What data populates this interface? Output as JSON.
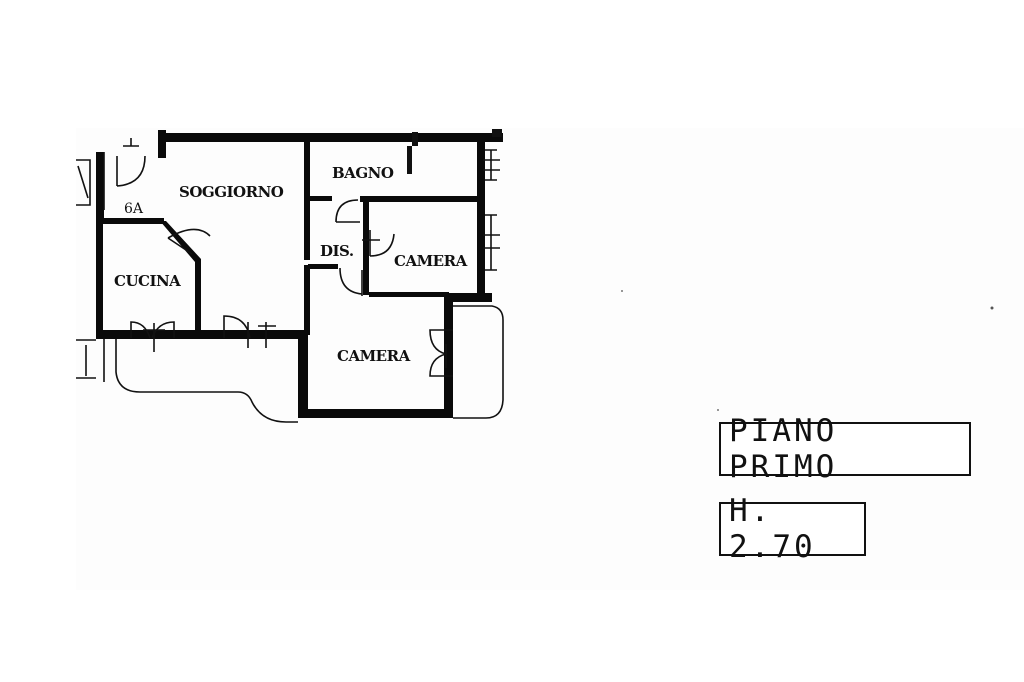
{
  "rooms": {
    "soggiorno": "SOGGIORNO",
    "bagno": "BAGNO",
    "camera_1": "CAMERA",
    "camera_2": "CAMERA",
    "cucina": "CUCINA",
    "disimpegno": "DIS.",
    "entry_mark": "6A"
  },
  "labels": {
    "floor": "PIANO PRIMO",
    "height": "H. 2.70"
  },
  "colors": {
    "ink": "#0a0a0a",
    "paper": "#ffffff"
  }
}
